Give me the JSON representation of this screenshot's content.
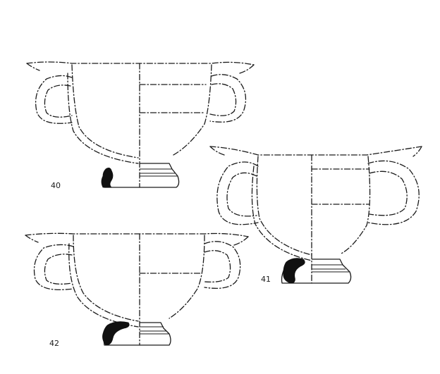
{
  "figures": [
    {
      "id": "40",
      "label": "40"
    },
    {
      "id": "41",
      "label": "41"
    },
    {
      "id": "42",
      "label": "42"
    }
  ]
}
